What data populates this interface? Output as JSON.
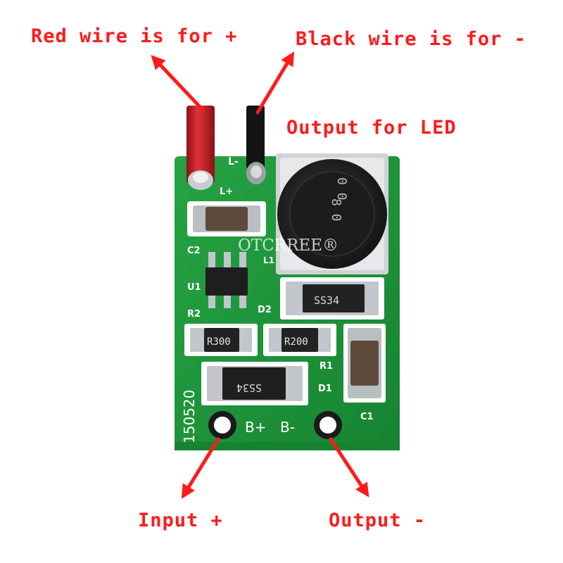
{
  "callouts": {
    "red_wire": "Red wire is for +",
    "black_wire": "Black wire is for -",
    "output_led": "Output for LED",
    "input_plus": "Input +",
    "output_minus": "Output -"
  },
  "board": {
    "silkscreen": {
      "l_minus": "L-",
      "l_plus": "L+",
      "c2": "C2",
      "u1": "U1",
      "r2": "R2",
      "d2": "D2",
      "l1": "L1",
      "r1": "R1",
      "d1": "D1",
      "c1": "C1",
      "b_plus": "B+",
      "b_minus": "B-",
      "date_code": "150520"
    },
    "parts": {
      "inductor_marking": "0 0",
      "inductor_marking2": "8 0",
      "diode_d2": "SS34",
      "diode_d1": "SS34",
      "resistor_left": "R300",
      "resistor_right": "R200"
    },
    "watermark": "OTCRREE®"
  },
  "colors": {
    "callout": "#ff1a1a",
    "pcb": "#1f9a3a",
    "pcb_dark": "#16802c",
    "silk": "#ffffff",
    "red_wire": "#c8202a",
    "black_wire": "#141414",
    "solder": "#bfc3c7",
    "component": "#2b2b2b"
  }
}
